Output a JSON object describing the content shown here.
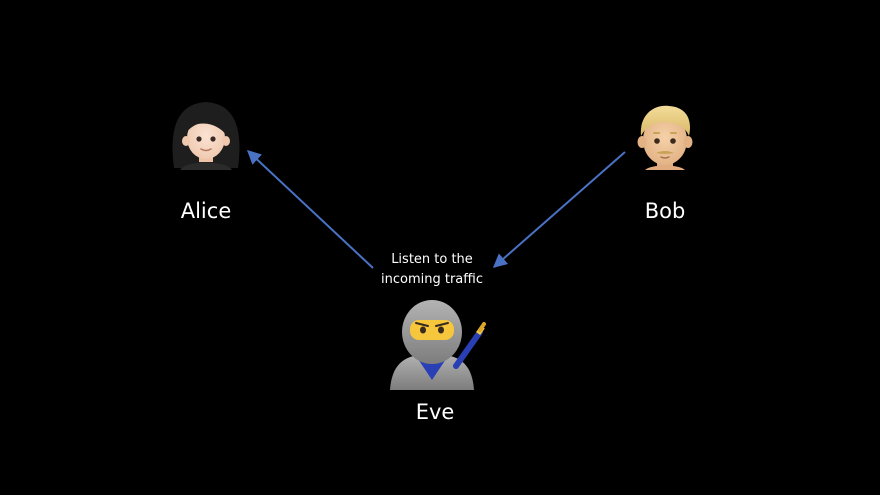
{
  "nodes": {
    "alice": {
      "name": "Alice",
      "icon": "woman-emoji-icon"
    },
    "bob": {
      "name": "Bob",
      "icon": "man-blond-emoji-icon"
    },
    "eve": {
      "name": "Eve",
      "icon": "ninja-emoji-icon"
    }
  },
  "edges": [
    {
      "from": "eve",
      "to": "alice"
    },
    {
      "from": "bob",
      "to": "eve"
    }
  ],
  "annotation": {
    "line1": "Listen to the",
    "line2": "incoming traffic"
  },
  "colors": {
    "background": "#000000",
    "arrow": "#4a72c4",
    "text": "#ffffff",
    "ninja_suit": "#9a9a9a",
    "ninja_face": "#f6c63c",
    "ninja_belt": "#2a3fb3"
  }
}
